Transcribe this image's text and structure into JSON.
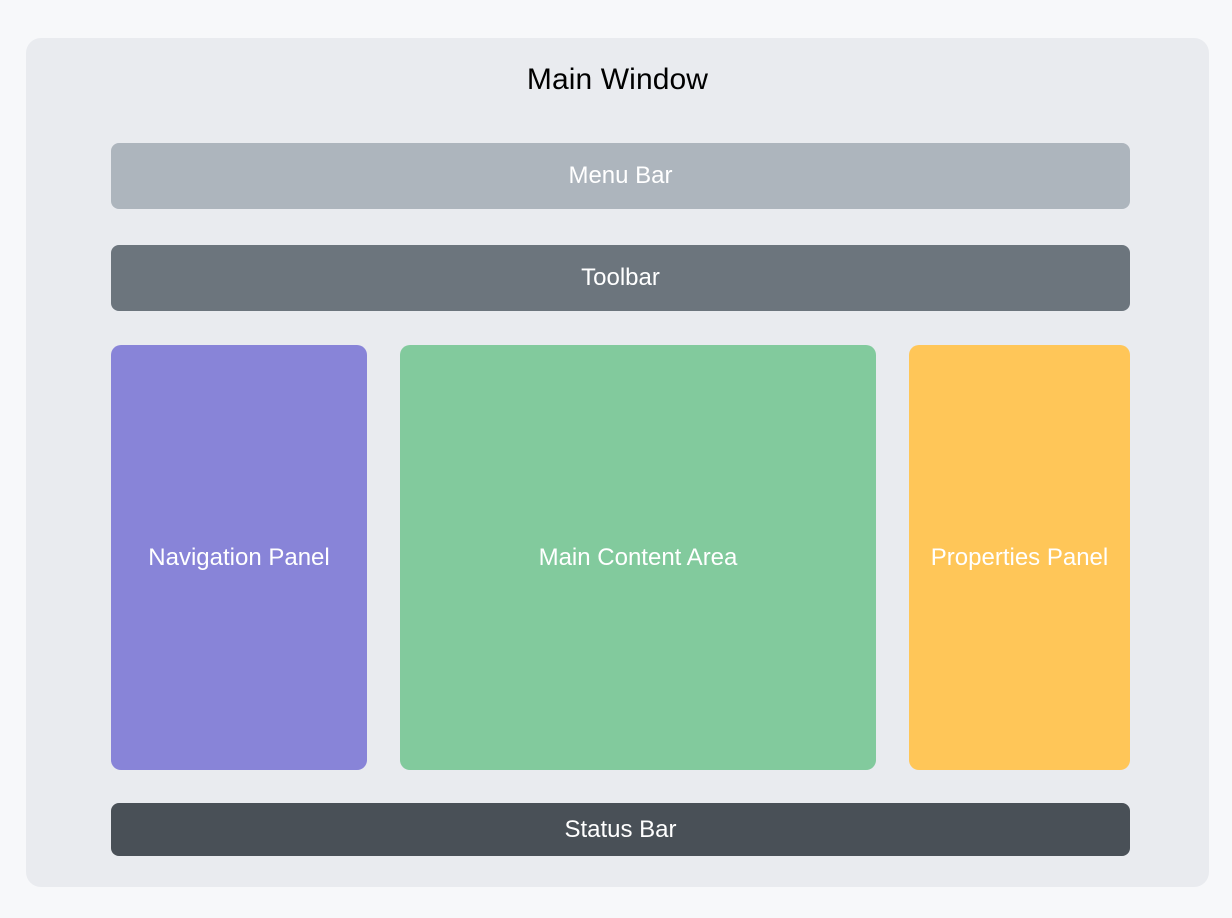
{
  "window": {
    "title": "Main Window",
    "background_color": "#e9ebef",
    "page_background_color": "#f7f8fa",
    "title_color": "#000000"
  },
  "bars": {
    "menu_bar": {
      "label": "Menu Bar",
      "color": "#adb5bd",
      "text_color": "#ffffff"
    },
    "toolbar": {
      "label": "Toolbar",
      "color": "#6c757d",
      "text_color": "#ffffff"
    },
    "status_bar": {
      "label": "Status Bar",
      "color": "#495057",
      "text_color": "#ffffff"
    }
  },
  "panels": {
    "navigation": {
      "label": "Navigation Panel",
      "color": "#8884d8",
      "text_color": "#ffffff"
    },
    "main_content": {
      "label": "Main Content Area",
      "color": "#82ca9d",
      "text_color": "#ffffff"
    },
    "properties": {
      "label": "Properties Panel",
      "color": "#ffc658",
      "text_color": "#ffffff"
    }
  }
}
